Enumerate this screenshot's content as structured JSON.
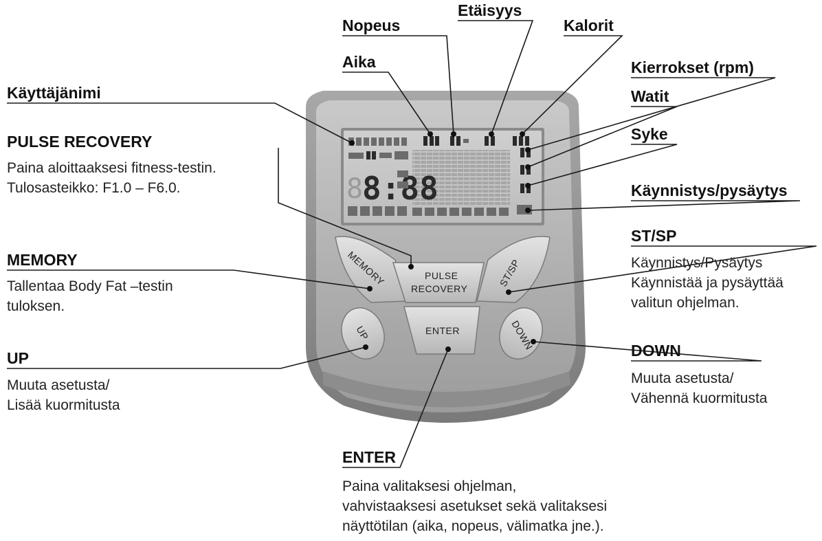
{
  "labels": {
    "aika": "Aika",
    "nopeus": "Nopeus",
    "etaisyys": "Etäisyys",
    "kalorit": "Kalorit",
    "kierrokset": "Kierrokset (rpm)",
    "watit": "Watit",
    "syke": "Syke",
    "kaynnistys": "Käynnistys/pysäytys",
    "kayttajanimi": "Käyttäjänimi"
  },
  "pulse_recovery": {
    "title": "PULSE RECOVERY",
    "line1": "Paina aloittaaksesi fitness-testin.",
    "line2": "Tulosasteikko: F1.0 – F6.0."
  },
  "memory": {
    "title": "MEMORY",
    "line1": "Tallentaa Body Fat –testin",
    "line2": "tuloksen."
  },
  "up": {
    "title": "UP",
    "line1": "Muuta asetusta/",
    "line2": "Lisää kuormitusta"
  },
  "stsp": {
    "title": "ST/SP",
    "line1": "Käynnistys/Pysäytys",
    "line2": "Käynnistää ja pysäyttää",
    "line3": "valitun ohjelman."
  },
  "down": {
    "title": "DOWN",
    "line1": "Muuta asetusta/",
    "line2": "Vähennä kuormitusta"
  },
  "enter": {
    "title": "ENTER",
    "line1": "Paina valitaksesi ohjelman,",
    "line2": "vahvistaaksesi asetukset sekä valitaksesi",
    "line3": "näyttötilan (aika, nopeus, välimatka jne.)."
  },
  "buttons": {
    "memory": "MEMORY",
    "pulse_line1": "PULSE",
    "pulse_line2": "RECOVERY",
    "stsp": "ST/SP",
    "up": "UP",
    "enter": "ENTER",
    "down": "DOWN"
  },
  "display": {
    "main_digits": "8:88",
    "big8": "8"
  }
}
